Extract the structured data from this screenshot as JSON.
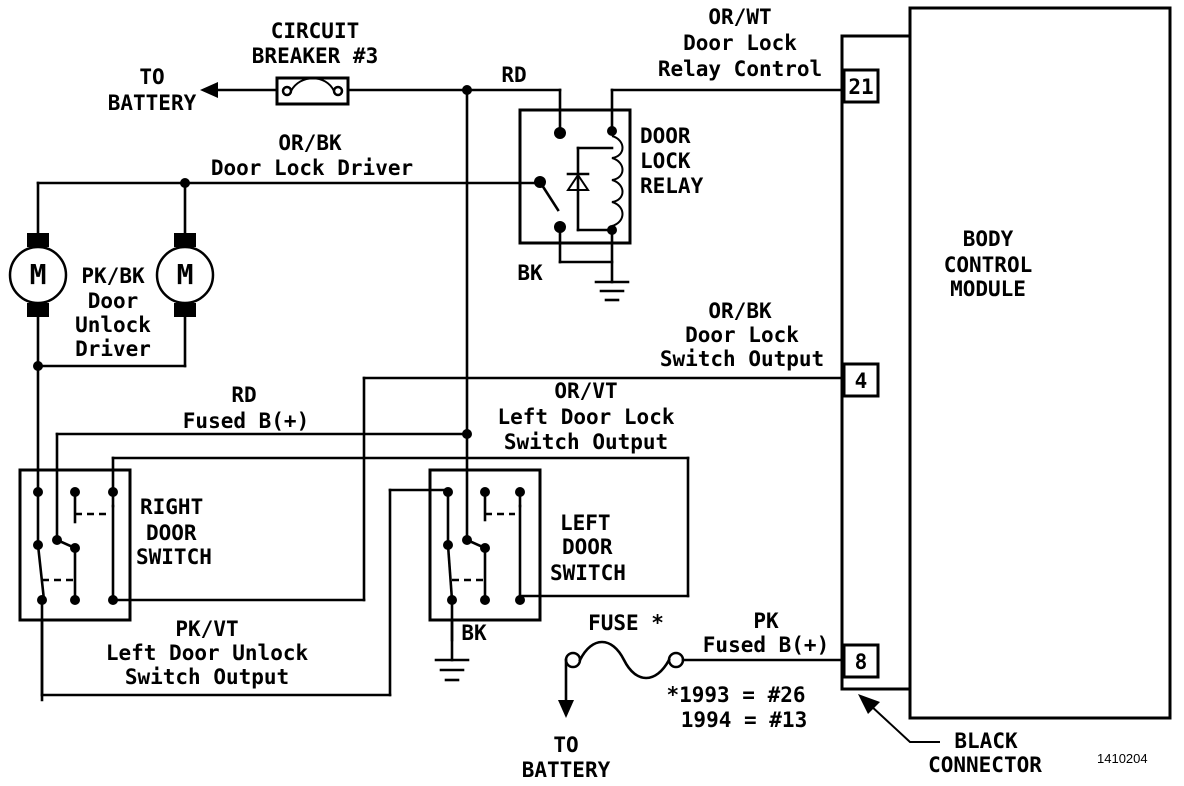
{
  "labels": {
    "circuit_breaker_1": "CIRCUIT",
    "circuit_breaker_2": "BREAKER #3",
    "to_battery_top_1": "TO",
    "to_battery_top_2": "BATTERY",
    "rd_top": "RD",
    "or_wt": "OR/WT",
    "door_lock_1": "Door Lock",
    "relay_control": "Relay Control",
    "pin_21": "21",
    "door_lock_relay_1": "DOOR",
    "door_lock_relay_2": "LOCK",
    "door_lock_relay_3": "RELAY",
    "or_bk_driver": "OR/BK",
    "door_lock_driver": "Door Lock Driver",
    "bk_relay": "BK",
    "pk_bk": "PK/BK",
    "door_unlock_1": "Door",
    "door_unlock_2": "Unlock",
    "door_unlock_3": "Driver",
    "motor": "M",
    "bcm_1": "BODY",
    "bcm_2": "CONTROL",
    "bcm_3": "MODULE",
    "or_bk_switch": "OR/BK",
    "door_lock_2": "Door Lock",
    "switch_output": "Switch Output",
    "pin_4": "4",
    "rd_fused_1": "RD",
    "rd_fused_2": "Fused B(+)",
    "or_vt": "OR/VT",
    "left_door_lock": "Left Door Lock",
    "left_switch_output": "Switch Output",
    "right_door_1": "RIGHT",
    "right_door_2": "DOOR",
    "right_door_3": "SWITCH",
    "left_door_1": "LEFT",
    "left_door_2": "DOOR",
    "left_door_3": "SWITCH",
    "bk_switch": "BK",
    "pk_vt": "PK/VT",
    "left_door_unlock": "Left Door Unlock",
    "unlock_switch_output": "Switch Output",
    "fuse": "FUSE *",
    "pk": "PK",
    "pk_fused": "Fused B(+)",
    "pin_8": "8",
    "fuse_note_1": "*1993 = #26",
    "fuse_note_2": "1994 = #13",
    "to_battery_bot_1": "TO",
    "to_battery_bot_2": "BATTERY",
    "black_connector_1": "BLACK",
    "black_connector_2": "CONNECTOR",
    "figure_id": "1410204"
  }
}
